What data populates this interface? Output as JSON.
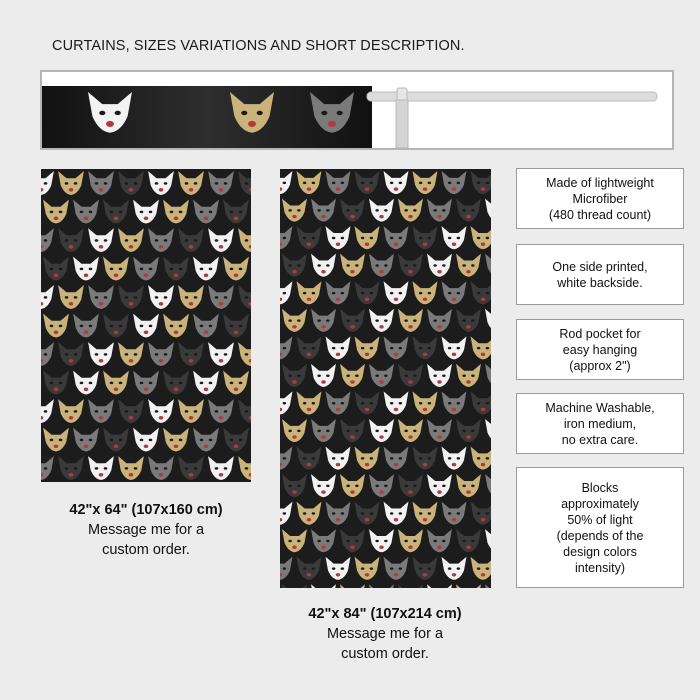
{
  "heading": "CURTAINS, SIZES VARIATIONS AND SHORT DESCRIPTION.",
  "colors": {
    "background": "#ececec",
    "curtain_fabric": "#1c1c1c",
    "cat_white": "#f2f2f2",
    "cat_gold": "#c9b37a",
    "cat_gray": "#7a7a7a",
    "cat_dark": "#3a3a3a",
    "rod": "#dcdcdc"
  },
  "icons": {
    "rod": "curtain-rod-icon",
    "pattern": "cat-face-pattern"
  },
  "sizes": [
    {
      "size": "42\"x 64\" (107x160 cm)",
      "line1": "Message me for a",
      "line2": "custom order."
    },
    {
      "size": "42\"x 84\" (107x214 cm)",
      "line1": "Message me for a",
      "line2": "custom order."
    }
  ],
  "features": [
    "Made of lightweight\nMicrofiber\n(480 thread count)",
    "One side printed,\nwhite backside.",
    "Rod pocket for\neasy hanging\n(approx 2\")",
    "Machine Washable,\niron medium,\nno extra care.",
    "Blocks\napproximately\n50% of light\n(depends of the\ndesign colors\nintensity)"
  ]
}
